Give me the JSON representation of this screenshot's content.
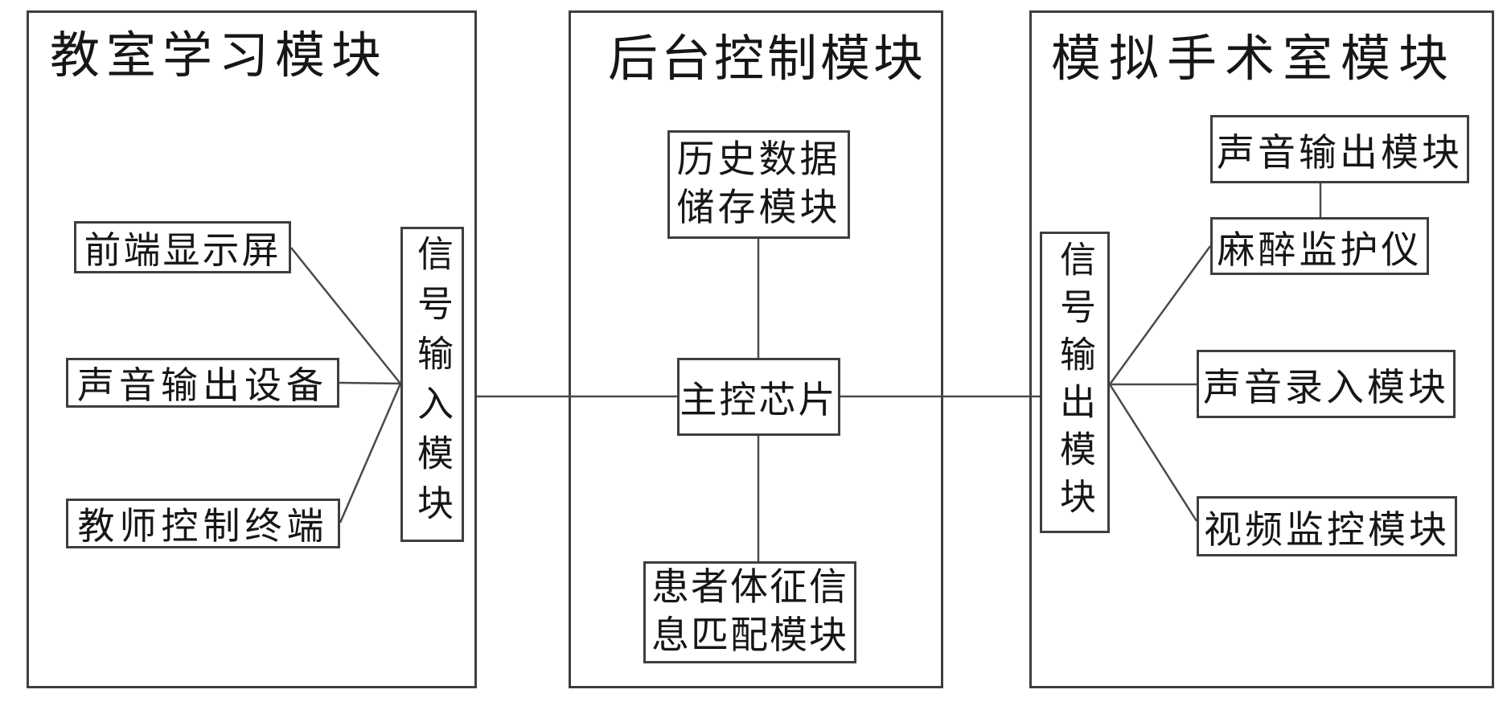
{
  "diagram_type": "block-diagram",
  "colors": {
    "background": "#ffffff",
    "line": "#4a4a4a",
    "border": "#3e3e3e",
    "text": "#161616"
  },
  "modules": {
    "classroom": {
      "title": "教室学习模块",
      "display": {
        "label": "前端显示屏"
      },
      "audio_out": {
        "label": "声音输出设备"
      },
      "teacher": {
        "label": "教师控制终端"
      },
      "signal_in": {
        "label": "信号输入模块"
      }
    },
    "backend": {
      "title": "后台控制模块",
      "history": {
        "lines": [
          "历史数据",
          "储存模块"
        ]
      },
      "chip": {
        "label": "主控芯片"
      },
      "patient": {
        "lines": [
          "患者体征信",
          "息匹配模块"
        ]
      }
    },
    "operating": {
      "title": "模拟手术室模块",
      "signal_out": {
        "label": "信号输出模块"
      },
      "audio_out": {
        "label": "声音输出模块"
      },
      "anesthesia": {
        "label": "麻醉监护仪"
      },
      "audio_in": {
        "label": "声音录入模块"
      },
      "video": {
        "label": "视频监控模块"
      }
    }
  }
}
